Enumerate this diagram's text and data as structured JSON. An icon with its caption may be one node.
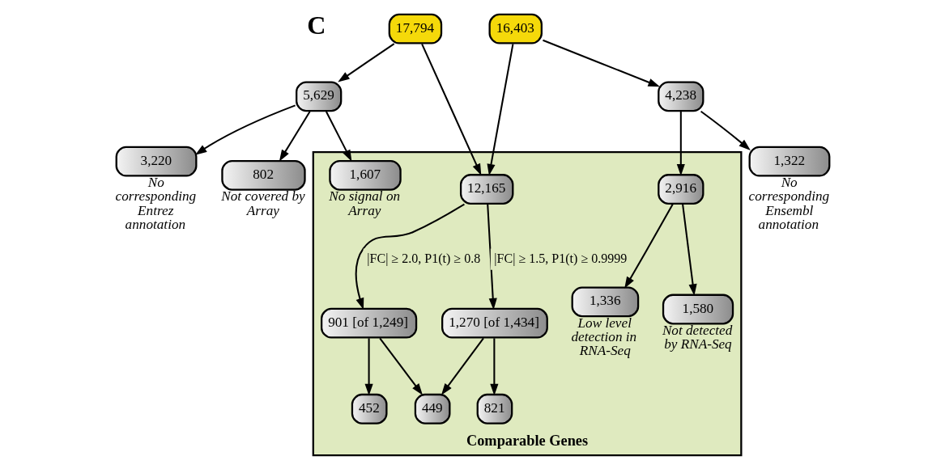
{
  "diagram": {
    "nodes": [
      {
        "text": [
          "Comparable Genes"
        ]
      },
      {
        "text": [
          "17,794"
        ]
      },
      {
        "text": [
          "16,403"
        ]
      },
      {
        "text": [
          "5,629"
        ]
      },
      {
        "text": [
          "12,165"
        ],
        "in": 0
      },
      {
        "text": [
          "2,916"
        ],
        "in": 0
      },
      {
        "text": [
          "4,238"
        ]
      },
      {
        "text": [
          "3,220"
        ],
        "beside": [
          "No corresponding Entrez annotation"
        ]
      },
      {
        "text": [
          "802"
        ],
        "beside": [
          "Not covered by Array"
        ]
      },
      {
        "text": [
          "1,607"
        ],
        "in": 0,
        "beside": [
          "No signal on Array"
        ]
      },
      {
        "text": [
          "1,336"
        ],
        "in": 0,
        "beside": [
          "Low level detection in RNA-Seq"
        ]
      },
      {
        "text": [
          "1,580"
        ],
        "in": 0,
        "beside": [
          "Not detected by RNA-Seq"
        ]
      },
      {
        "text": [
          "1,322"
        ],
        "beside": [
          "No corresponding Ensembl annotation"
        ]
      },
      {
        "text": [
          "901 [of 1,249]"
        ],
        "in": 0
      },
      {
        "text": [
          "1,270 [of 1,434]"
        ],
        "in": 0
      },
      {
        "text": [
          "452"
        ],
        "in": 0
      },
      {
        "text": [
          "449"
        ],
        "in": 0
      },
      {
        "text": [
          "821"
        ],
        "in": 0
      }
    ],
    "edges": [
      {
        "from": 1,
        "to": 3,
        "arrow": "to"
      },
      {
        "from": 1,
        "to": 4,
        "arrow": "to"
      },
      {
        "from": 2,
        "to": 4,
        "arrow": "to"
      },
      {
        "from": 2,
        "to": 6,
        "arrow": "to"
      },
      {
        "from": 6,
        "to": 5,
        "arrow": "to"
      },
      {
        "from": 6,
        "to": 12,
        "arrow": "to"
      },
      {
        "from": 3,
        "to": 7,
        "arrow": "to"
      },
      {
        "from": 3,
        "to": 8,
        "arrow": "to"
      },
      {
        "from": 3,
        "to": 9,
        "arrow": "to"
      },
      {
        "from": 5,
        "to": 10,
        "arrow": "to"
      },
      {
        "from": 5,
        "to": 11,
        "arrow": "to"
      },
      {
        "from": 4,
        "to": 13,
        "arrow": "to",
        "label": "|FC| ≥ 2.0, P1(t) ≥ 0.8"
      },
      {
        "from": 4,
        "to": 14,
        "arrow": "to",
        "label": "|FC| ≥ 1.5, P1(t) ≥ 0.9999"
      },
      {
        "from": 13,
        "to": 15,
        "arrow": "to"
      },
      {
        "from": 13,
        "to": 16,
        "arrow": "to"
      },
      {
        "from": 14,
        "to": 16,
        "arrow": "to"
      },
      {
        "from": 14,
        "to": 17,
        "arrow": "to"
      }
    ],
    "labels": [
      "C"
    ]
  }
}
